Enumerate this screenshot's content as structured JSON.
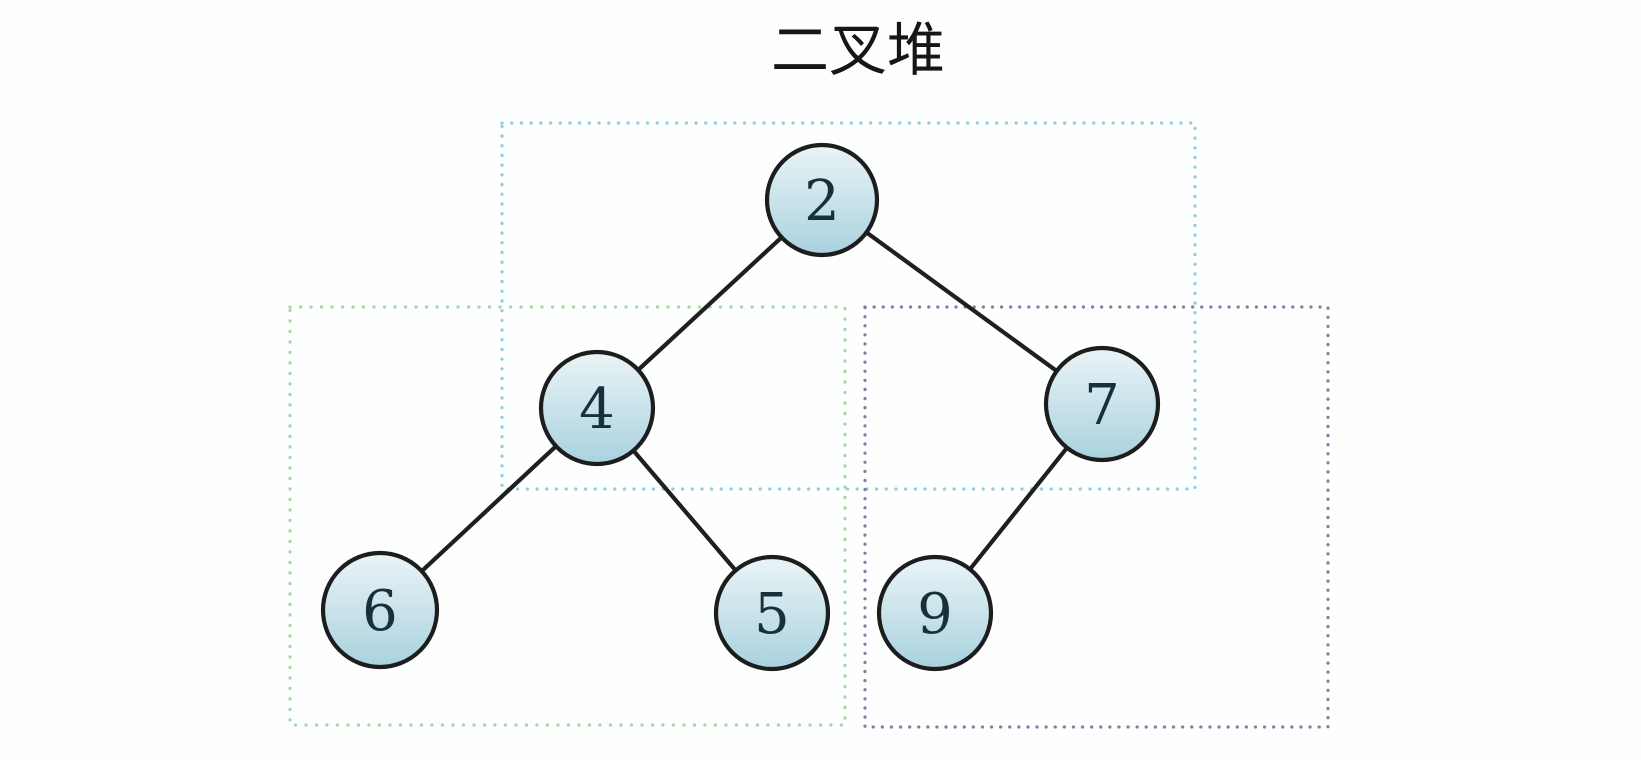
{
  "title": "二叉堆",
  "diagram": {
    "type": "binary-heap-tree",
    "nodes": [
      {
        "value": "2",
        "role": "root"
      },
      {
        "value": "4",
        "role": "left-child-of-2"
      },
      {
        "value": "7",
        "role": "right-child-of-2"
      },
      {
        "value": "6",
        "role": "left-child-of-4"
      },
      {
        "value": "5",
        "role": "right-child-of-4"
      },
      {
        "value": "9",
        "role": "left-child-of-7"
      }
    ],
    "edges": [
      {
        "from": "2",
        "to": "4"
      },
      {
        "from": "2",
        "to": "7"
      },
      {
        "from": "4",
        "to": "6"
      },
      {
        "from": "4",
        "to": "5"
      },
      {
        "from": "7",
        "to": "9"
      }
    ],
    "groups": [
      {
        "name": "top-subtree",
        "members": [
          "2",
          "4",
          "7"
        ],
        "color": "#8ccfdf"
      },
      {
        "name": "left-subtree",
        "members": [
          "4",
          "6",
          "5"
        ],
        "color": "#a4d8a4"
      },
      {
        "name": "right-subtree",
        "members": [
          "7",
          "9"
        ],
        "color": "#8a7ba2"
      }
    ],
    "colors": {
      "background": "#fdfefe",
      "node_fill_top": "#eaf4f7",
      "node_fill_mid": "#cde5ec",
      "node_fill_bottom": "#a8d2de",
      "node_stroke": "#1d1d1d",
      "edge": "#1f1f1f",
      "value_text": "#16313c",
      "title_text": "#161616"
    }
  }
}
